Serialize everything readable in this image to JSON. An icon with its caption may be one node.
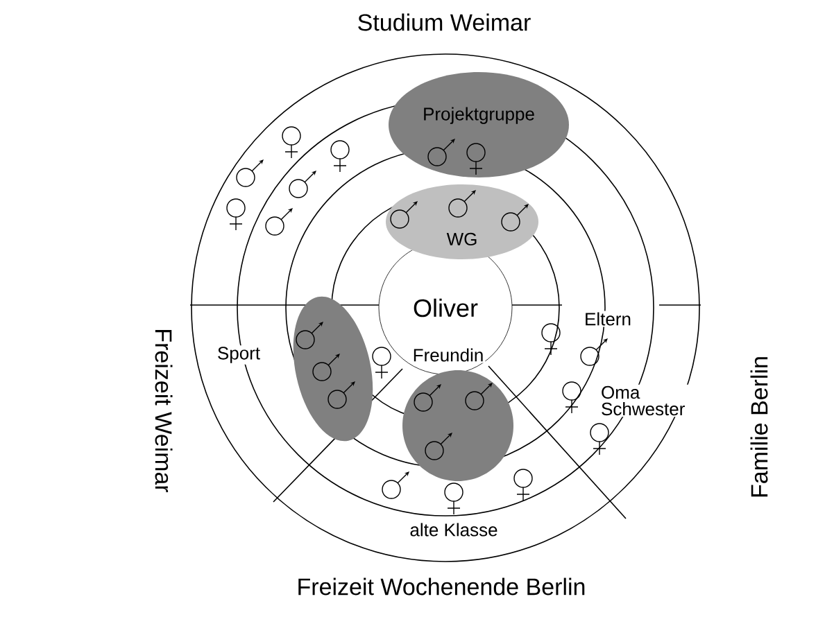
{
  "diagram": {
    "nodes": [
      {
        "text": [
          "Oliver"
        ]
      },
      {
        "text": [
          "Projektgruppe"
        ]
      },
      {
        "text": [
          "WG"
        ]
      },
      {
        "text": [],
        "shape": "ellipse"
      },
      {
        "text": [],
        "shape": "circle"
      }
    ],
    "labels": [
      "Studium Weimar",
      "Freizeit Weimar",
      "Familie Berlin",
      "Sport",
      "Freundin",
      "Eltern",
      "Oma Schwester",
      "alte Klasse",
      "Freizeit Wochenende Berlin"
    ]
  }
}
